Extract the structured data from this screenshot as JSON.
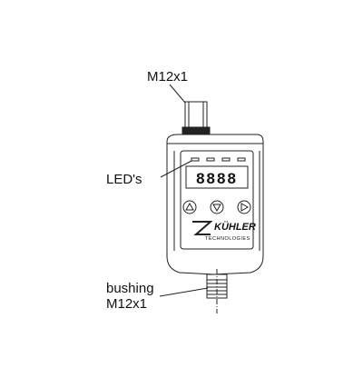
{
  "labels": {
    "connector_top": "M12x1",
    "leds": "LED's",
    "bushing_line1": "bushing",
    "bushing_line2": "M12x1"
  },
  "device": {
    "display_digits": "8888",
    "logo_brand": "KÜHLER",
    "logo_tagline": "TECHNOLOGIES",
    "buttons": [
      "up-triangle-button",
      "down-triangle-button",
      "right-triangle-button"
    ]
  },
  "colors": {
    "line": "#222222",
    "text": "#111111",
    "background": "#ffffff"
  }
}
